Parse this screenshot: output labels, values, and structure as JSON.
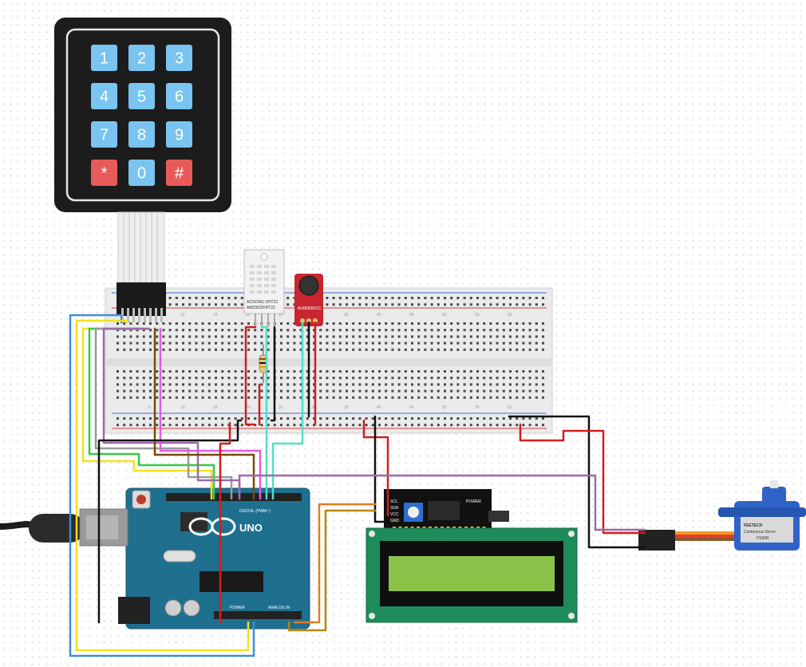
{
  "keypad": {
    "rows": [
      [
        {
          "label": "1",
          "color": "#79c4f0"
        },
        {
          "label": "2",
          "color": "#79c4f0"
        },
        {
          "label": "3",
          "color": "#79c4f0"
        }
      ],
      [
        {
          "label": "4",
          "color": "#79c4f0"
        },
        {
          "label": "5",
          "color": "#79c4f0"
        },
        {
          "label": "6",
          "color": "#79c4f0"
        }
      ],
      [
        {
          "label": "7",
          "color": "#79c4f0"
        },
        {
          "label": "8",
          "color": "#79c4f0"
        },
        {
          "label": "9",
          "color": "#79c4f0"
        }
      ],
      [
        {
          "label": "*",
          "color": "#e85a5a"
        },
        {
          "label": "0",
          "color": "#79c4f0"
        },
        {
          "label": "#",
          "color": "#e85a5a"
        }
      ]
    ]
  },
  "dht22": {
    "label_line1": "AOSONG DHT22",
    "label_line2": "AM2302/DHT22"
  },
  "mic": {
    "pins": [
      "AUD",
      "GND",
      "VCC"
    ]
  },
  "i2c_backpack": {
    "pins": [
      "SCL",
      "SDA",
      "VCC",
      "GND"
    ],
    "label": "POWER"
  },
  "arduino": {
    "logo": "UNO",
    "label_digital": "DIGITAL (PWM~)",
    "label_power": "POWER",
    "label_analog": "ANALOG IN"
  },
  "servo": {
    "brand": "FEETECH",
    "line2": "Continuous Servo",
    "model": "FS90R"
  },
  "colors": {
    "wire_red": "#d01f1f",
    "wire_black": "#111111",
    "wire_yellow": "#f2e218",
    "wire_blue": "#3f8fd8",
    "wire_green": "#36c94a",
    "wire_gray": "#9a9a9a",
    "wire_pink": "#e05ce0",
    "wire_purple": "#9b6aa8",
    "wire_brown": "#7a4a12",
    "wire_cyan": "#4fe0c8",
    "wire_orange": "#e07d1c",
    "wire_olive": "#b8860b",
    "board_teal": "#1f6f8f",
    "lcd_green": "#1e8c5a"
  }
}
